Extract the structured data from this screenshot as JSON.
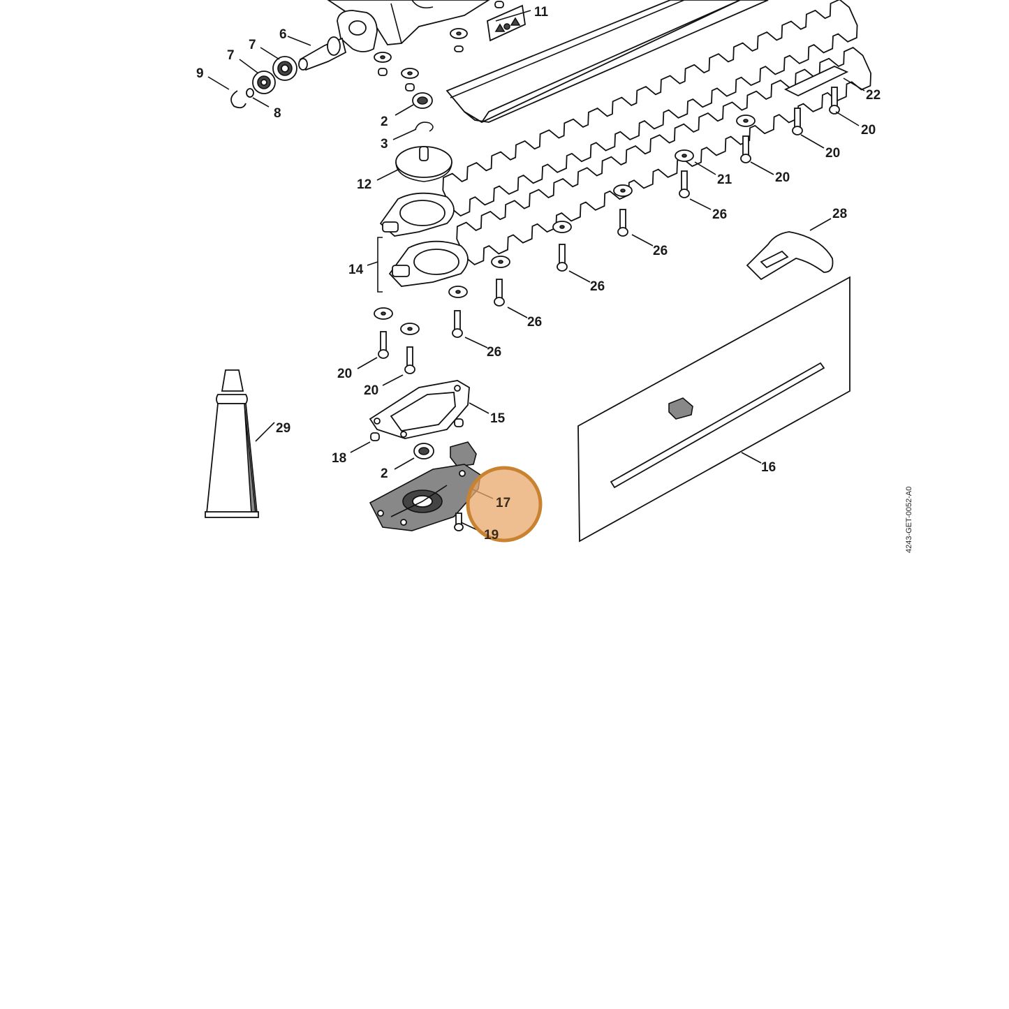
{
  "diagram": {
    "code": "4243-GET-0052-A0",
    "highlight_color": "#E8A86B",
    "highlight_ring_color": "#C9822F",
    "labels": [
      {
        "id": "l11",
        "text": "11"
      },
      {
        "id": "l6",
        "text": "6"
      },
      {
        "id": "l7a",
        "text": "7"
      },
      {
        "id": "l7b",
        "text": "7"
      },
      {
        "id": "l9",
        "text": "9"
      },
      {
        "id": "l8",
        "text": "8"
      },
      {
        "id": "l2a",
        "text": "2"
      },
      {
        "id": "l3",
        "text": "3"
      },
      {
        "id": "l12",
        "text": "12"
      },
      {
        "id": "l22",
        "text": "22"
      },
      {
        "id": "l20a",
        "text": "20"
      },
      {
        "id": "l20b",
        "text": "20"
      },
      {
        "id": "l20c",
        "text": "20"
      },
      {
        "id": "l21",
        "text": "21"
      },
      {
        "id": "l26a",
        "text": "26"
      },
      {
        "id": "l26b",
        "text": "26"
      },
      {
        "id": "l28",
        "text": "28"
      },
      {
        "id": "l14",
        "text": "14"
      },
      {
        "id": "l26c",
        "text": "26"
      },
      {
        "id": "l26d",
        "text": "26"
      },
      {
        "id": "l26e",
        "text": "26"
      },
      {
        "id": "l20d",
        "text": "20"
      },
      {
        "id": "l20e",
        "text": "20"
      },
      {
        "id": "l15",
        "text": "15"
      },
      {
        "id": "l29",
        "text": "29"
      },
      {
        "id": "l18",
        "text": "18"
      },
      {
        "id": "l16",
        "text": "16"
      },
      {
        "id": "l2b",
        "text": "2"
      },
      {
        "id": "l17",
        "text": "17"
      },
      {
        "id": "l19",
        "text": "19"
      }
    ]
  }
}
